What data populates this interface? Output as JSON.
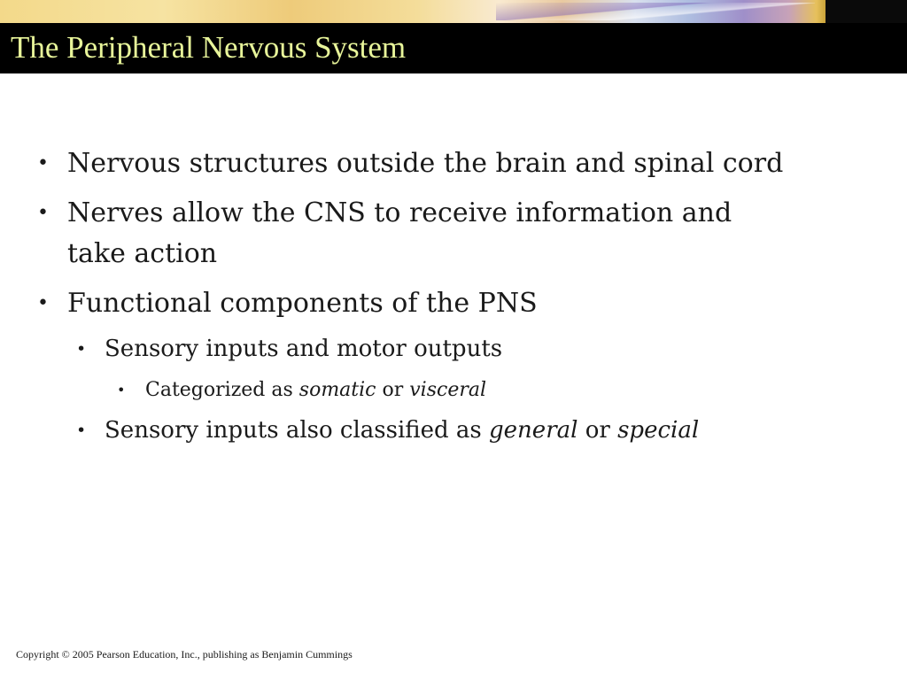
{
  "slide": {
    "title": "The Peripheral Nervous System",
    "bullets": [
      {
        "text": "Nervous structures outside the brain and spinal cord"
      },
      {
        "line1": "Nerves allow the CNS to receive information and",
        "line2": "take action"
      },
      {
        "text": "Functional components of the PNS"
      },
      {
        "text": "Sensory inputs and motor outputs"
      },
      {
        "prefix": "Categorized as ",
        "em1": "somatic",
        "mid": " or ",
        "em2": "visceral"
      },
      {
        "prefix": "Sensory inputs also classified as ",
        "em1": "general",
        "mid": " or ",
        "em2": "special"
      }
    ],
    "bullet_glyph": "•"
  },
  "footer": {
    "copyright": "Copyright © 2005 Pearson Education, Inc., publishing as Benjamin Cummings"
  },
  "colors": {
    "title_bar": "#000000",
    "title_text": "#e8f59a",
    "body_text": "#1a1a1a",
    "background": "#ffffff"
  }
}
